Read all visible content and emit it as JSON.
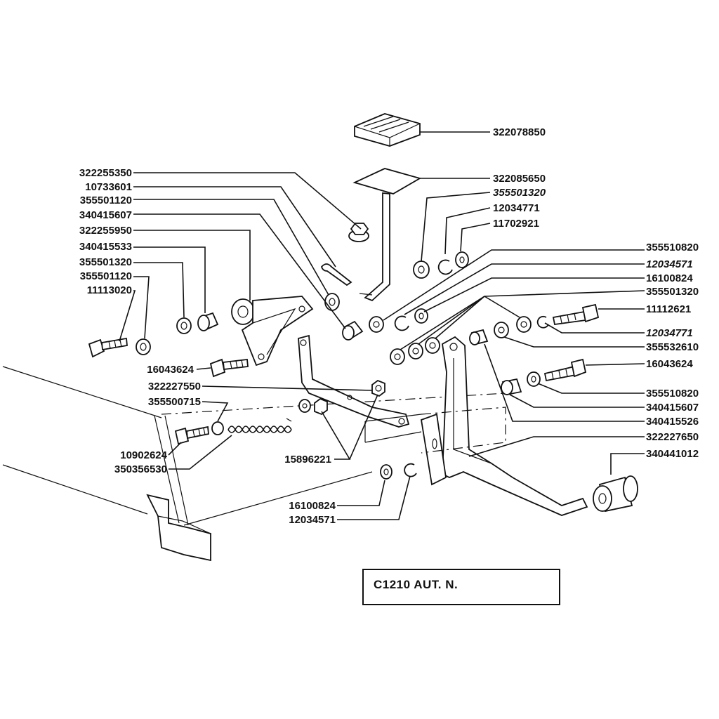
{
  "diagram": {
    "reference": "C1210  AUT. N.",
    "callouts_left": [
      "322255350",
      "10733601",
      "355501120",
      "340415607",
      "322255950",
      "340415533",
      "355501320",
      "355501120",
      "11113020",
      "16043624",
      "322227550",
      "355500715",
      "10902624",
      "350356530",
      "15896221",
      "16100824",
      "12034571"
    ],
    "callouts_right": [
      "322078850",
      "322085650",
      "355501320",
      "12034771",
      "11702921",
      "355510820",
      "12034571",
      "16100824",
      "355501320",
      "11112621",
      "12034771",
      "355532610",
      "16043624",
      "355510820",
      "340415607",
      "340415526",
      "322227650",
      "340441012"
    ]
  }
}
